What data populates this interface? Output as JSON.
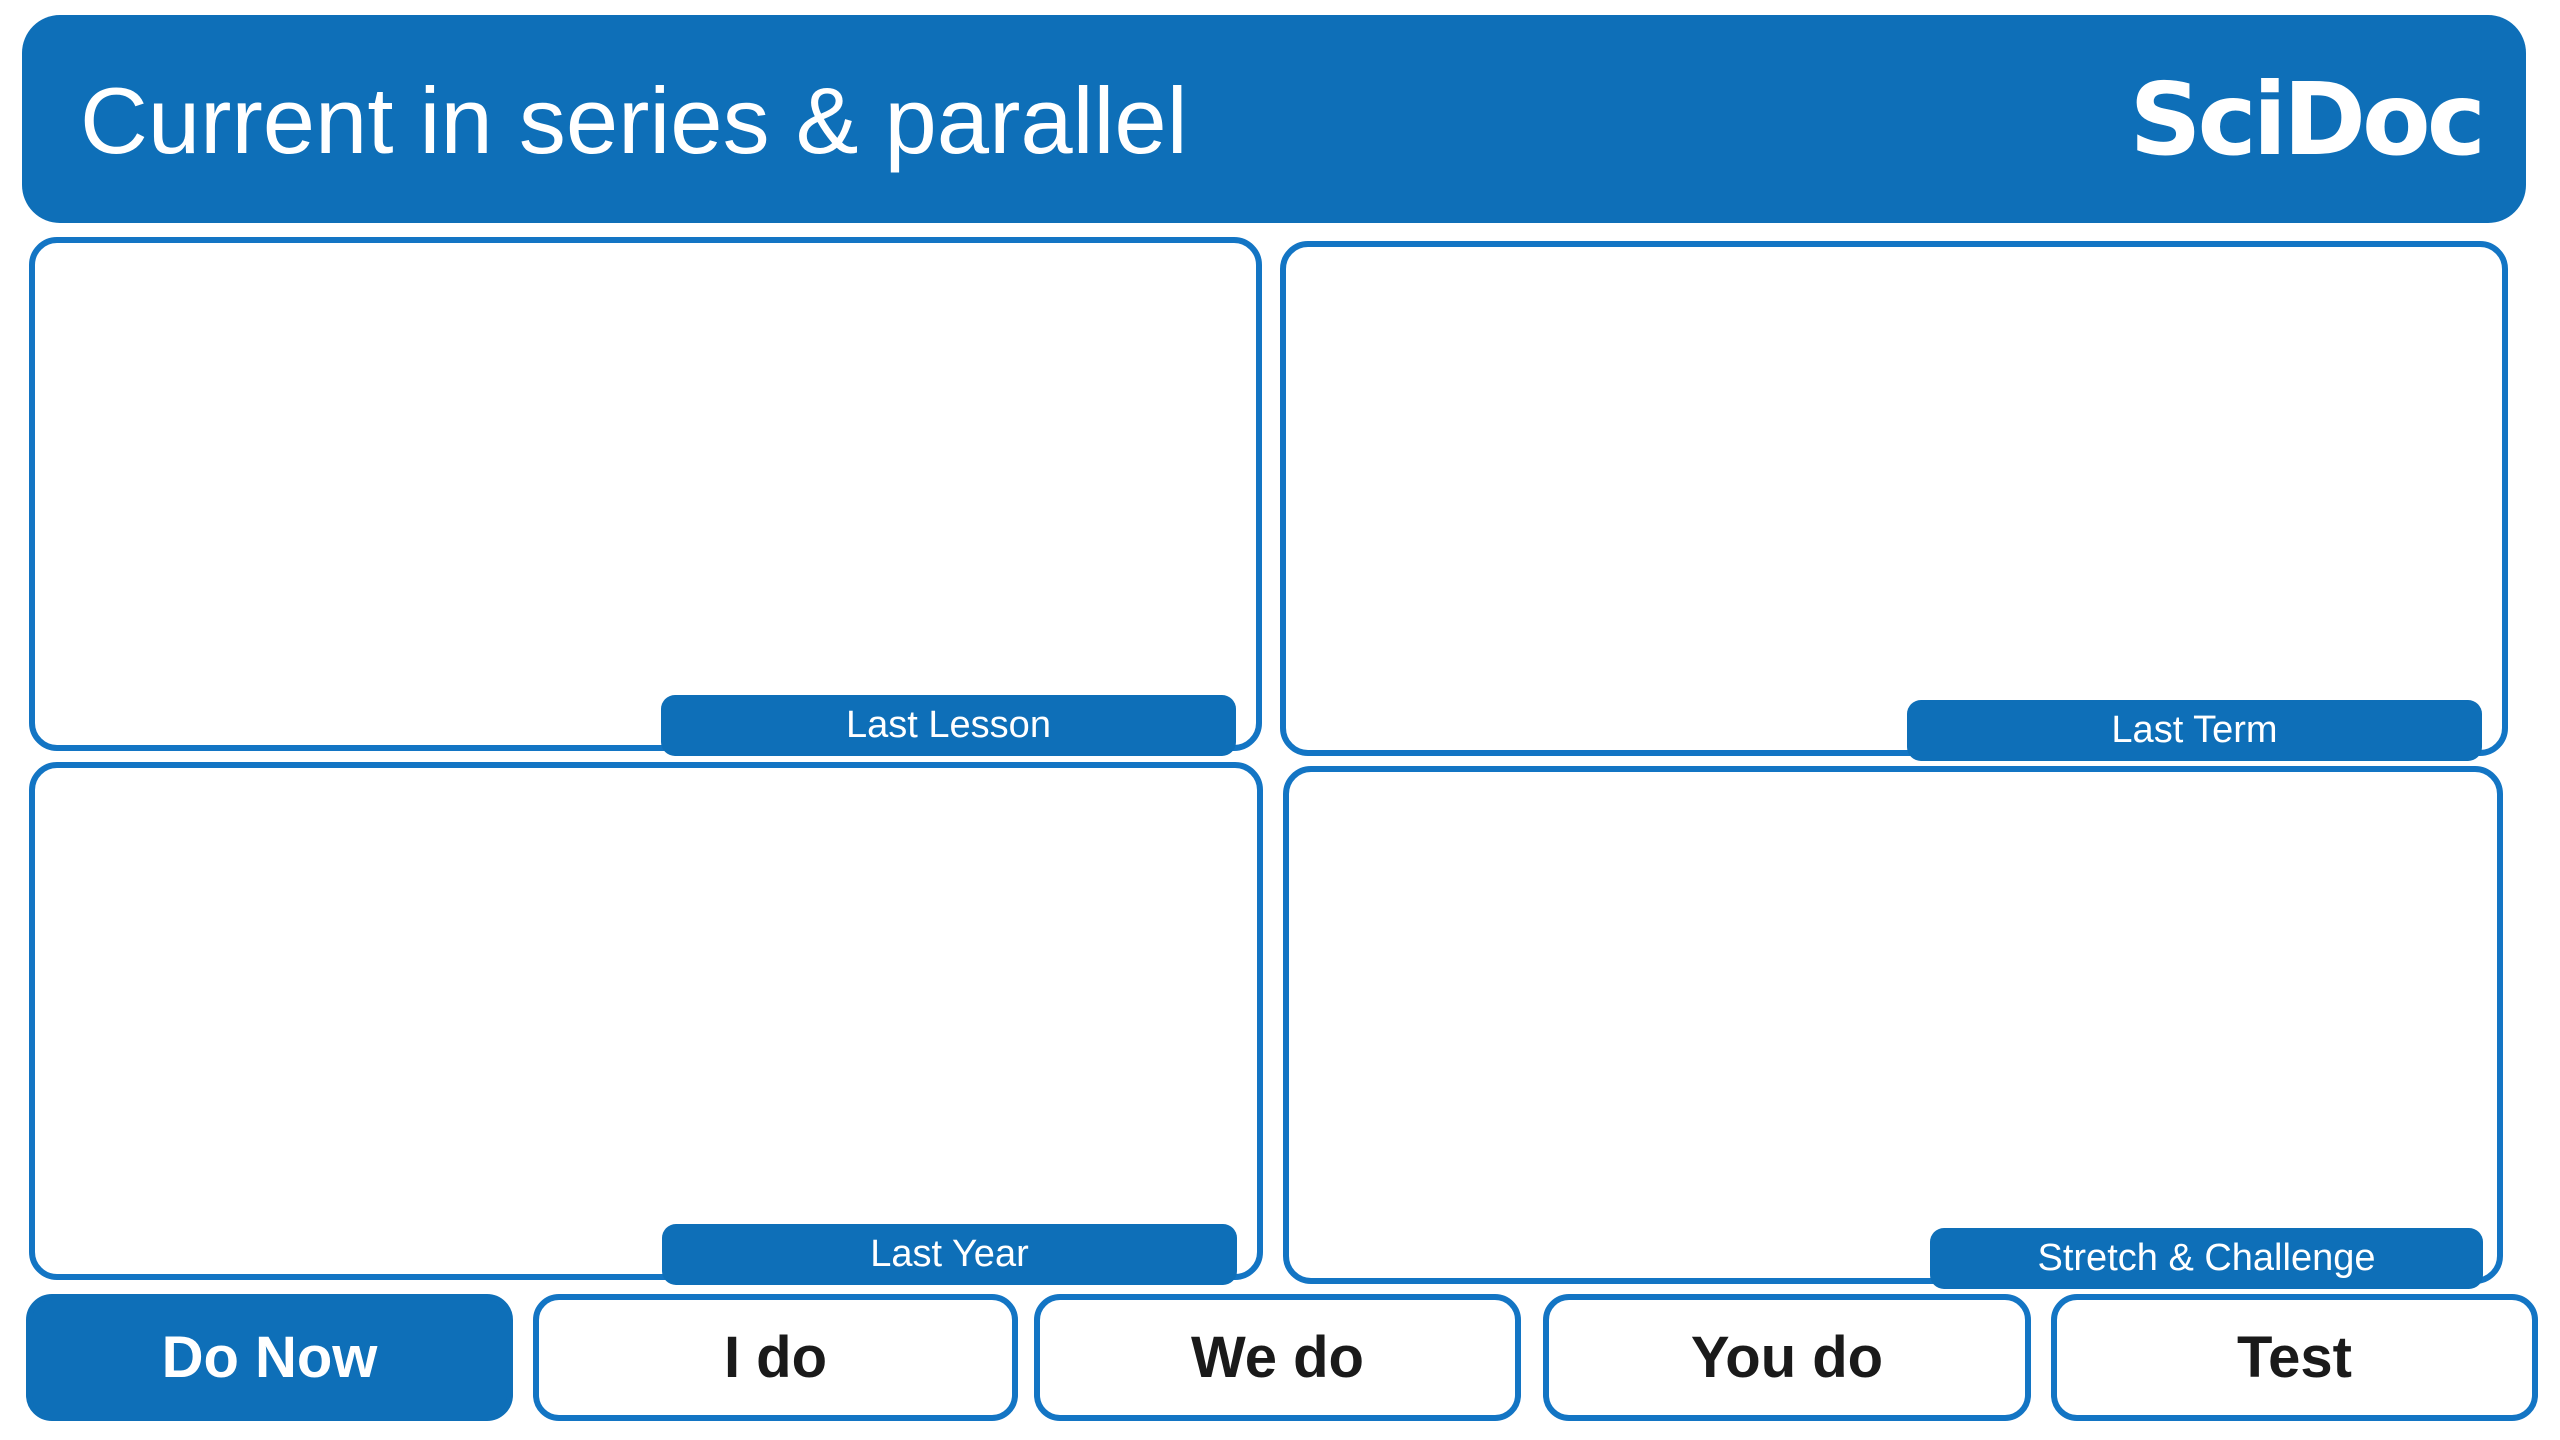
{
  "header": {
    "title": "Current in series & parallel",
    "logo": "SciDoc"
  },
  "panels": [
    {
      "id": "last-lesson",
      "label": "Last Lesson"
    },
    {
      "id": "last-term",
      "label": "Last Term"
    },
    {
      "id": "last-year",
      "label": "Last Year"
    },
    {
      "id": "stretch-challenge",
      "label": "Stretch & Challenge"
    }
  ],
  "nav": [
    {
      "id": "do-now",
      "label": "Do Now",
      "active": true
    },
    {
      "id": "i-do",
      "label": "I do",
      "active": false
    },
    {
      "id": "we-do",
      "label": "We do",
      "active": false
    },
    {
      "id": "you-do",
      "label": "You do",
      "active": false
    },
    {
      "id": "test",
      "label": "Test",
      "active": false
    }
  ],
  "colors": {
    "primary": "#0E6FB8",
    "border": "#1375C4",
    "text_on_blue": "#FFFFFF",
    "nav_text": "#1A1A1A",
    "background": "#FFFFFF"
  }
}
